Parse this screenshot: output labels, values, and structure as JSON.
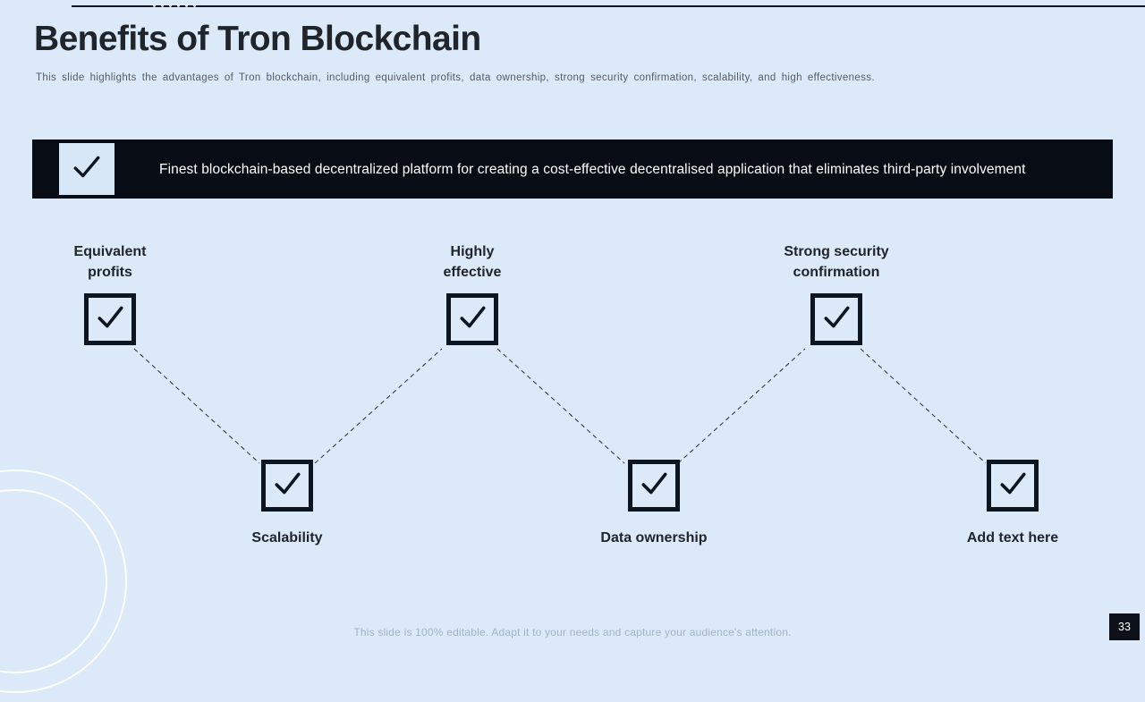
{
  "header": {
    "title": "Benefits of Tron Blockchain",
    "subtitle": "This slide highlights the advantages of Tron blockchain, including equivalent profits, data ownership, strong security confirmation, scalability, and high effectiveness."
  },
  "banner": {
    "icon": "check-icon",
    "text": "Finest blockchain-based decentralized platform for creating a cost-effective decentralised application that eliminates third-party involvement"
  },
  "nodes": {
    "top": [
      {
        "label": "Equivalent\nprofits",
        "icon": "check-icon"
      },
      {
        "label": "Highly\neffective",
        "icon": "check-icon"
      },
      {
        "label": "Strong security\nconfirmation",
        "icon": "check-icon"
      }
    ],
    "bottom": [
      {
        "label": "Scalability",
        "icon": "check-icon"
      },
      {
        "label": "Data ownership",
        "icon": "check-icon"
      },
      {
        "label": "Add text here",
        "icon": "check-icon"
      }
    ]
  },
  "footer": {
    "note": "This slide is 100% editable. Adapt it to your needs and capture your audience's attention.",
    "page_number": "33"
  },
  "colors": {
    "background": "#dce9f8",
    "banner": "#080c14",
    "ink": "#0d1520",
    "title": "#20242b",
    "subtitle": "#555b63",
    "footer": "#9fb4cb",
    "banner_check_bg": "#d7e7f8"
  }
}
